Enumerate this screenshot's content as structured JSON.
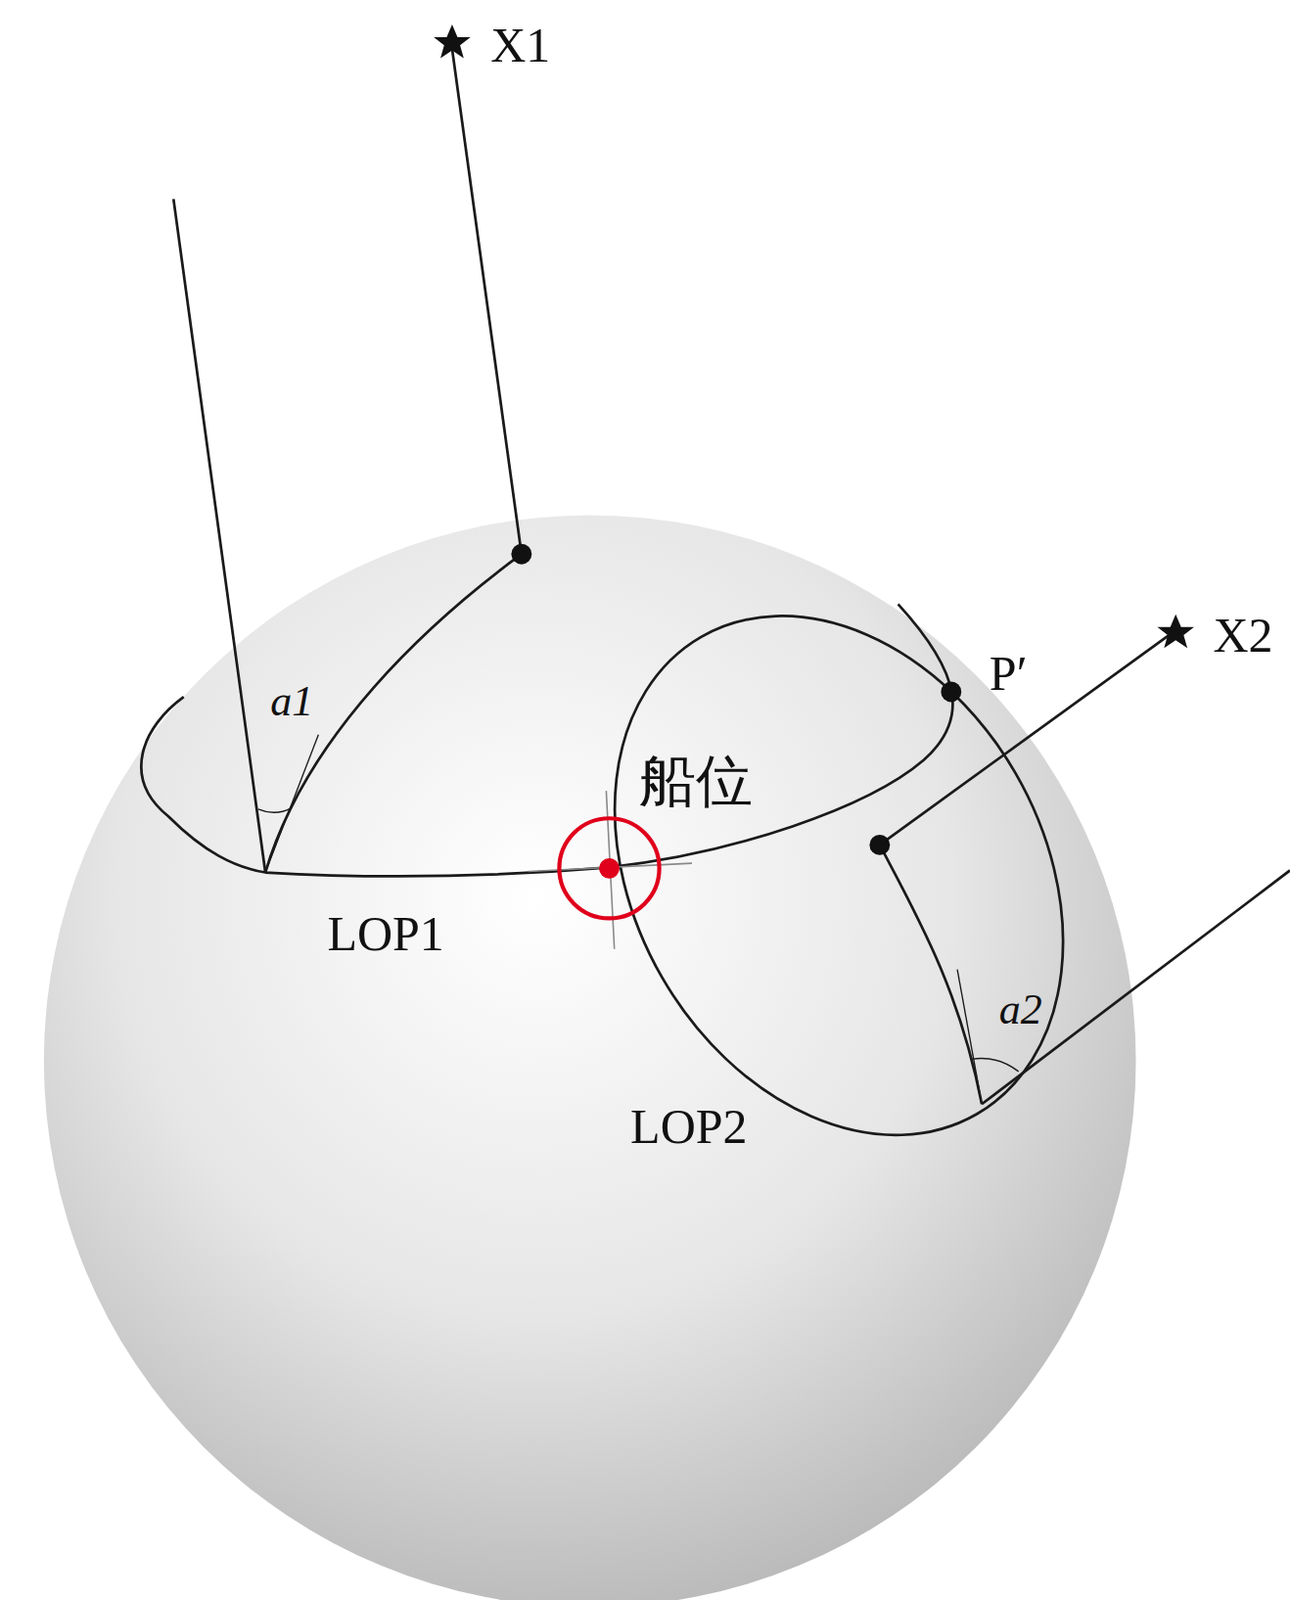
{
  "diagram": {
    "labels": [
      "X1",
      "X2",
      "a1",
      "a2",
      "P′",
      "船位",
      "LOP1",
      "LOP2"
    ]
  }
}
